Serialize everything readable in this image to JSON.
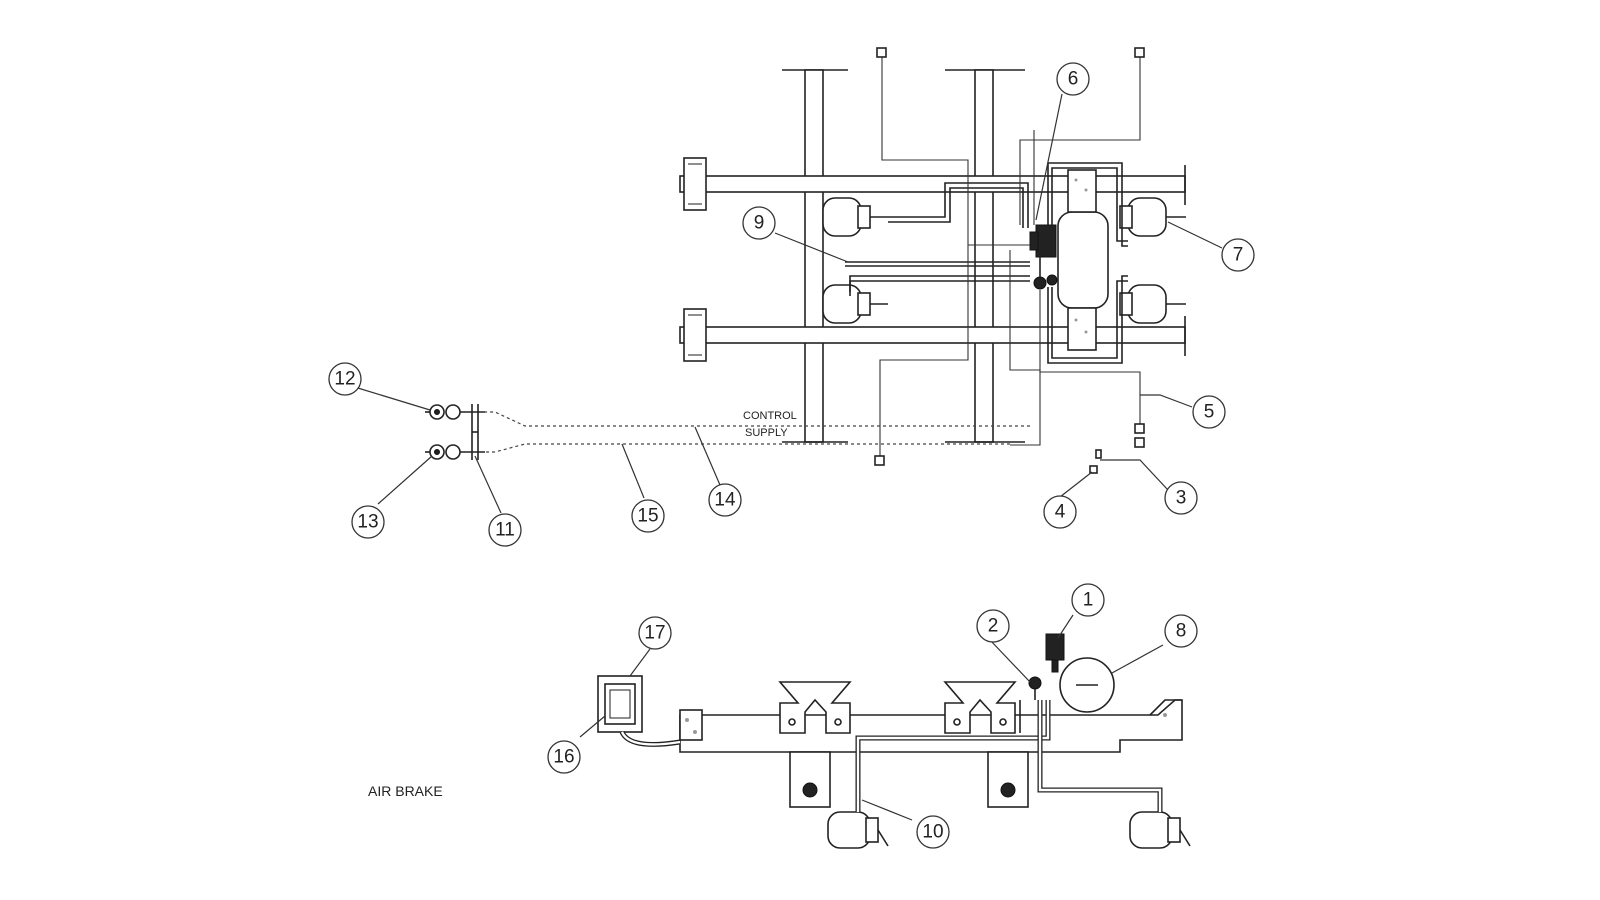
{
  "diagram": {
    "title": "AIR BRAKE",
    "line_labels": {
      "control": "CONTROL",
      "supply": "SUPPLY"
    },
    "callouts": [
      {
        "id": "callout-1",
        "number": "1"
      },
      {
        "id": "callout-2",
        "number": "2"
      },
      {
        "id": "callout-3",
        "number": "3"
      },
      {
        "id": "callout-4",
        "number": "4"
      },
      {
        "id": "callout-5",
        "number": "5"
      },
      {
        "id": "callout-6",
        "number": "6"
      },
      {
        "id": "callout-7",
        "number": "7"
      },
      {
        "id": "callout-8",
        "number": "8"
      },
      {
        "id": "callout-9",
        "number": "9"
      },
      {
        "id": "callout-10",
        "number": "10"
      },
      {
        "id": "callout-11",
        "number": "11"
      },
      {
        "id": "callout-12",
        "number": "12"
      },
      {
        "id": "callout-13",
        "number": "13"
      },
      {
        "id": "callout-14",
        "number": "14"
      },
      {
        "id": "callout-15",
        "number": "15"
      },
      {
        "id": "callout-16",
        "number": "16"
      },
      {
        "id": "callout-17",
        "number": "17"
      }
    ]
  }
}
